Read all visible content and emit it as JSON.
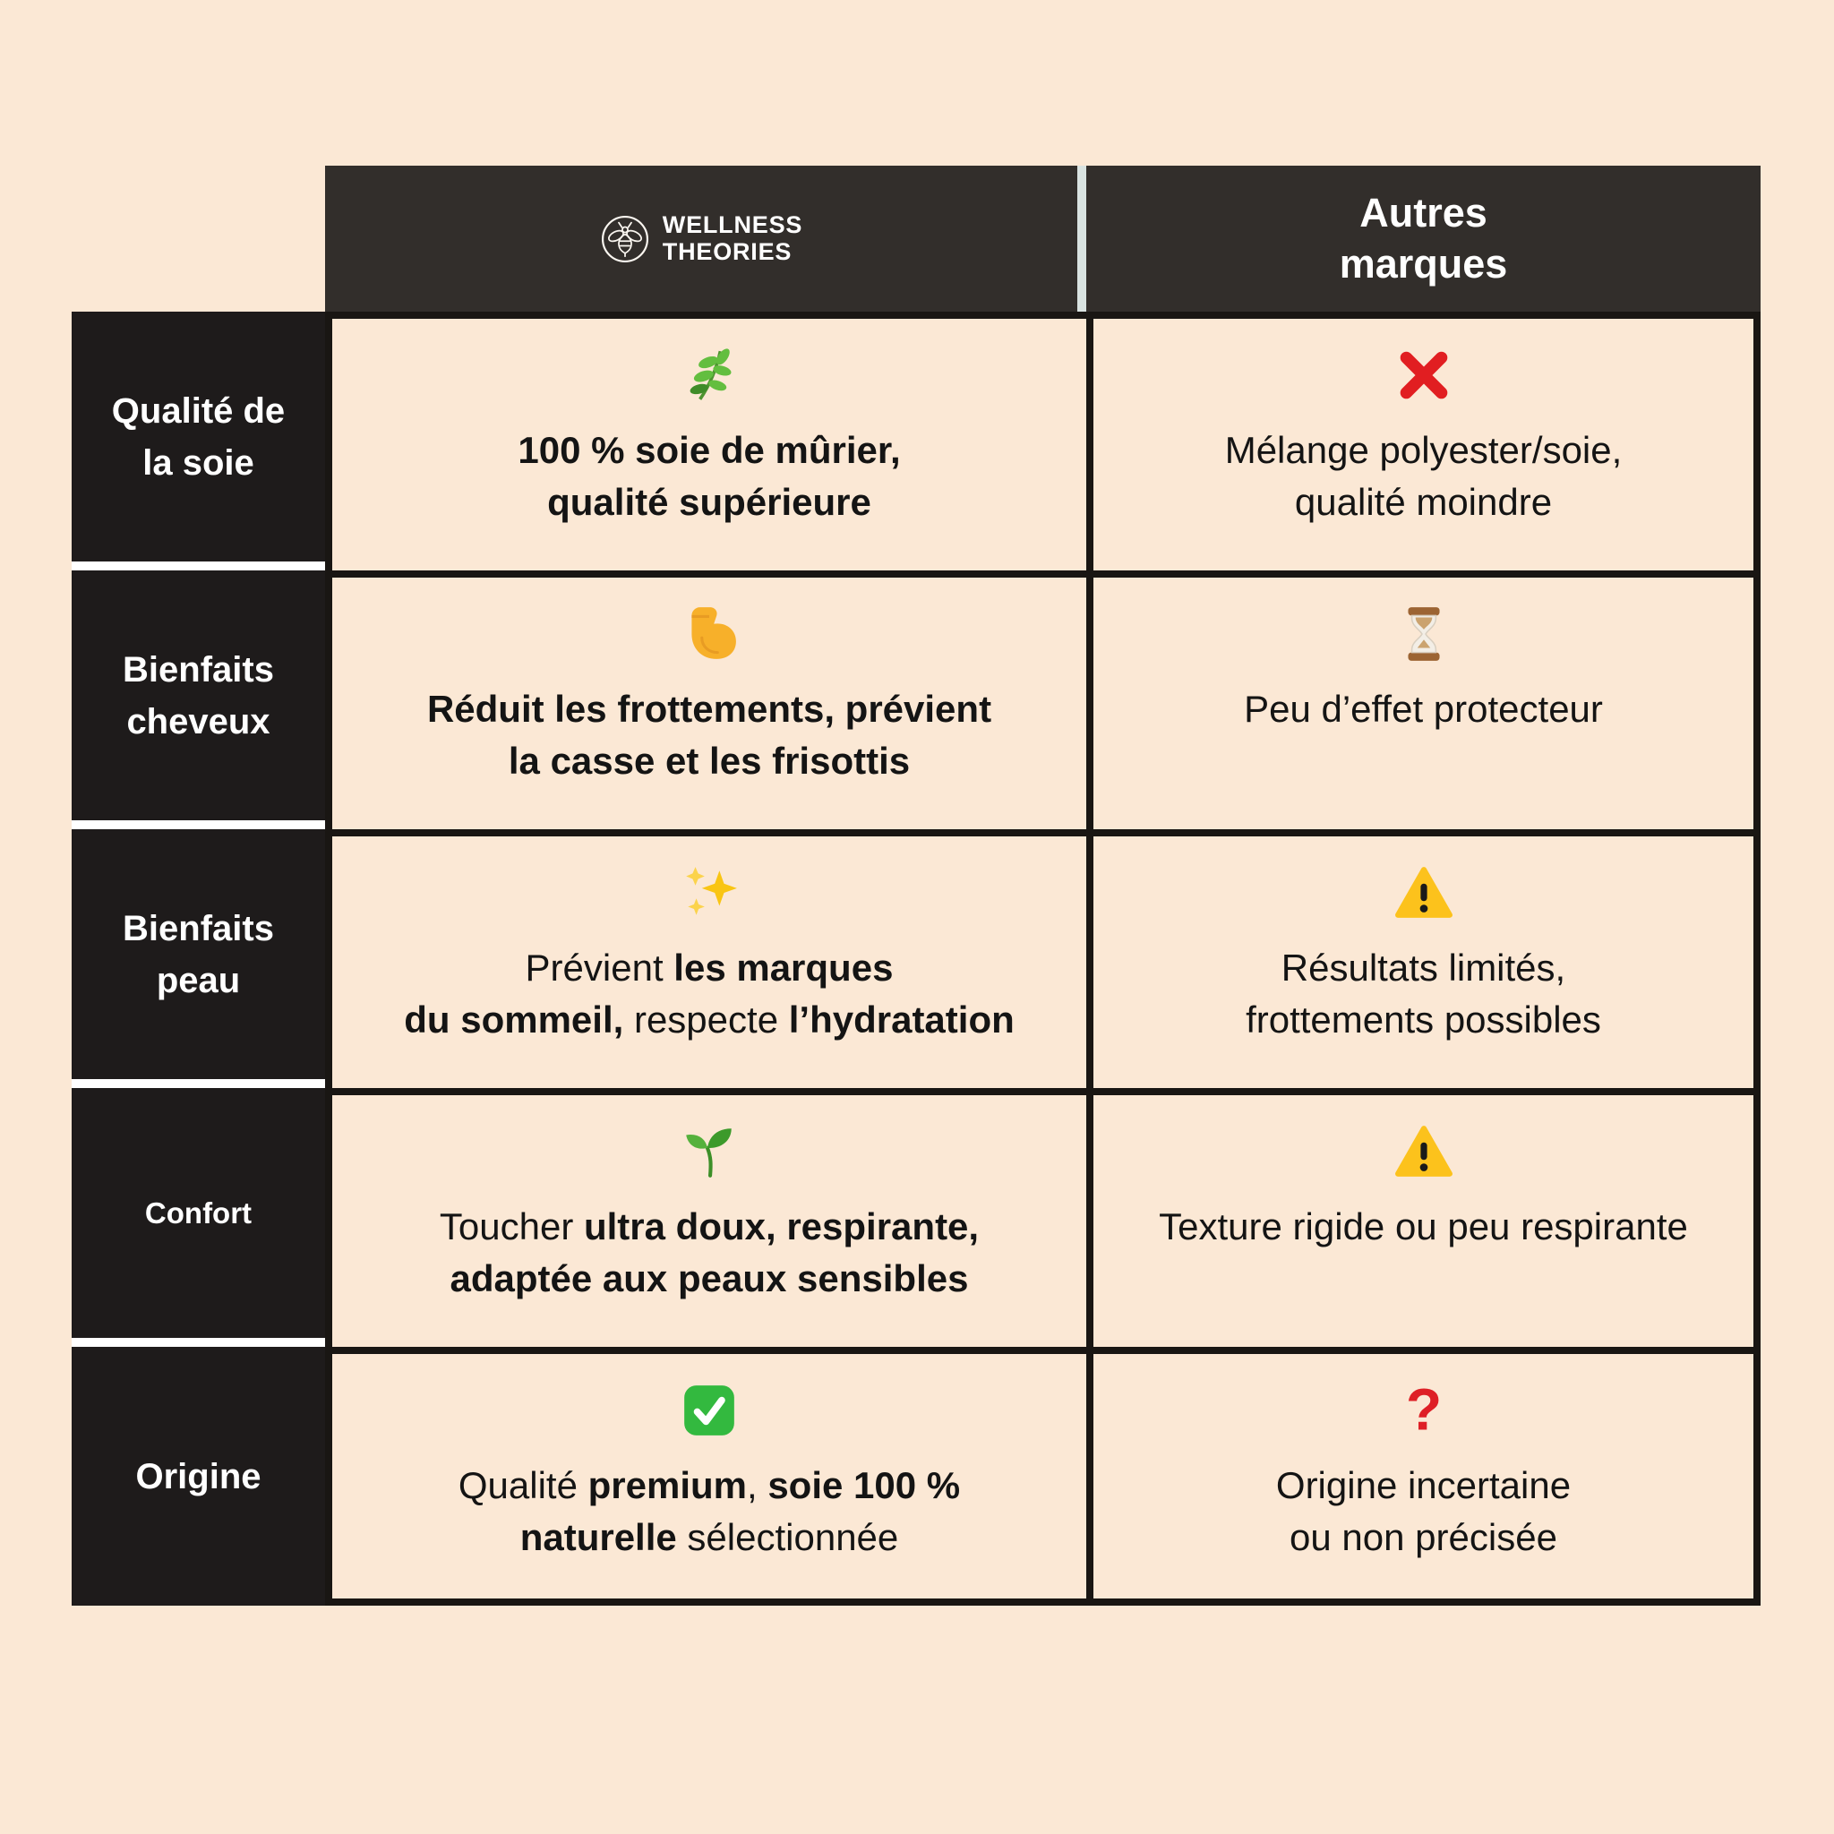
{
  "colors": {
    "background": "#FBE8D5",
    "label_panel_dark": "#1E1B1B",
    "header_dark": "#322E2B",
    "table_border": "#191613",
    "header_divider": "#D9E3E1",
    "text_dark": "#141414",
    "text_light": "#FFFFFF",
    "status_red": "#E11E21",
    "status_green": "#33B93F",
    "status_yellow": "#FCC21C"
  },
  "table": {
    "header": {
      "brand": {
        "icon": "bee",
        "line1": "WELLNESS",
        "line2": "THEORIES"
      },
      "other": {
        "label": "Autres\nmarques"
      }
    },
    "rows": [
      {
        "label": "Qualité de\nla soie",
        "wt": {
          "icon": "herb",
          "char": "🌿",
          "segments": [
            {
              "t": "100 % soie de mûrier,\nqualité supérieure",
              "b": true
            }
          ]
        },
        "other": {
          "icon": "cross-mark",
          "char": "❌",
          "segments": [
            {
              "t": "Mélange polyester/soie,\nqualité moindre",
              "b": false
            }
          ]
        }
      },
      {
        "label": "Bienfaits\ncheveux",
        "wt": {
          "icon": "flexed-biceps",
          "char": "💪",
          "segments": [
            {
              "t": "Réduit les frottements, prévient\nla casse et les frisottis",
              "b": true
            }
          ]
        },
        "other": {
          "icon": "hourglass",
          "char": "⌛",
          "segments": [
            {
              "t": "Peu d’effet protecteur",
              "b": false
            }
          ]
        }
      },
      {
        "label": "Bienfaits\npeau",
        "wt": {
          "icon": "sparkles",
          "char": "✨",
          "segments": [
            {
              "t": "Prévient ",
              "b": false
            },
            {
              "t": "les marques\ndu sommeil,",
              "b": true
            },
            {
              "t": " respecte ",
              "b": false
            },
            {
              "t": "l’hydratation",
              "b": true
            }
          ]
        },
        "other": {
          "icon": "warning",
          "char": "⚠️",
          "segments": [
            {
              "t": "Résultats limités,\nfrottements possibles",
              "b": false
            }
          ]
        }
      },
      {
        "label": "Confort",
        "wt": {
          "icon": "seedling",
          "char": "🌱",
          "segments": [
            {
              "t": "Toucher ",
              "b": false
            },
            {
              "t": "ultra doux, respirante,\nadaptée aux peaux sensibles",
              "b": true
            }
          ]
        },
        "other": {
          "icon": "warning",
          "char": "⚠️",
          "segments": [
            {
              "t": "Texture rigide ou peu respirante",
              "b": false
            }
          ]
        }
      },
      {
        "label": "Origine",
        "wt": {
          "icon": "check-button",
          "char": "✅",
          "segments": [
            {
              "t": "Qualité ",
              "b": false
            },
            {
              "t": "premium",
              "b": true
            },
            {
              "t": ", ",
              "b": false
            },
            {
              "t": "soie 100 %\nnaturelle",
              "b": true
            },
            {
              "t": " sélectionnée",
              "b": false
            }
          ]
        },
        "other": {
          "icon": "question-mark",
          "char": "❓",
          "segments": [
            {
              "t": "Origine incertaine\nou non précisée",
              "b": false
            }
          ]
        }
      }
    ]
  }
}
